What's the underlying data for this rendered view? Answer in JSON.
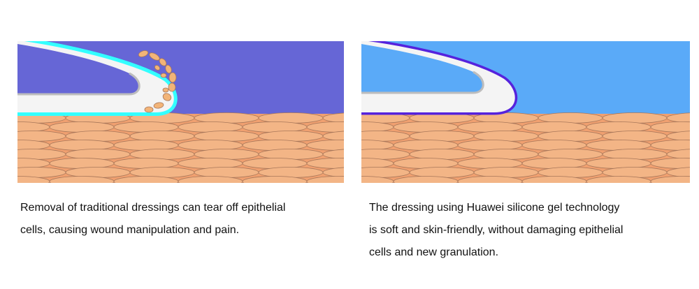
{
  "panels": {
    "left": {
      "background_color": "#6666d6",
      "edge_color": "#33ffff",
      "attached_cell_color": "#f2b478",
      "caption_lines": [
        "Removal of traditional dressings can tear off epithelial",
        "cells, causing wound manipulation and pain."
      ]
    },
    "right": {
      "background_color": "#5aaaf8",
      "edge_color": "#5522dd",
      "caption_lines": [
        "The dressing using Huawei silicone gel technology",
        "is soft and skin-friendly, without damaging epithelial",
        "cells and new granulation."
      ]
    }
  },
  "colors": {
    "tissue_base": "#f0a070",
    "tissue_cell_fill": "#f3b586",
    "tissue_cell_stroke": "#a8775a",
    "dressing_fill": "#f4f4f4",
    "dressing_shadow": "#bdbdbd"
  }
}
